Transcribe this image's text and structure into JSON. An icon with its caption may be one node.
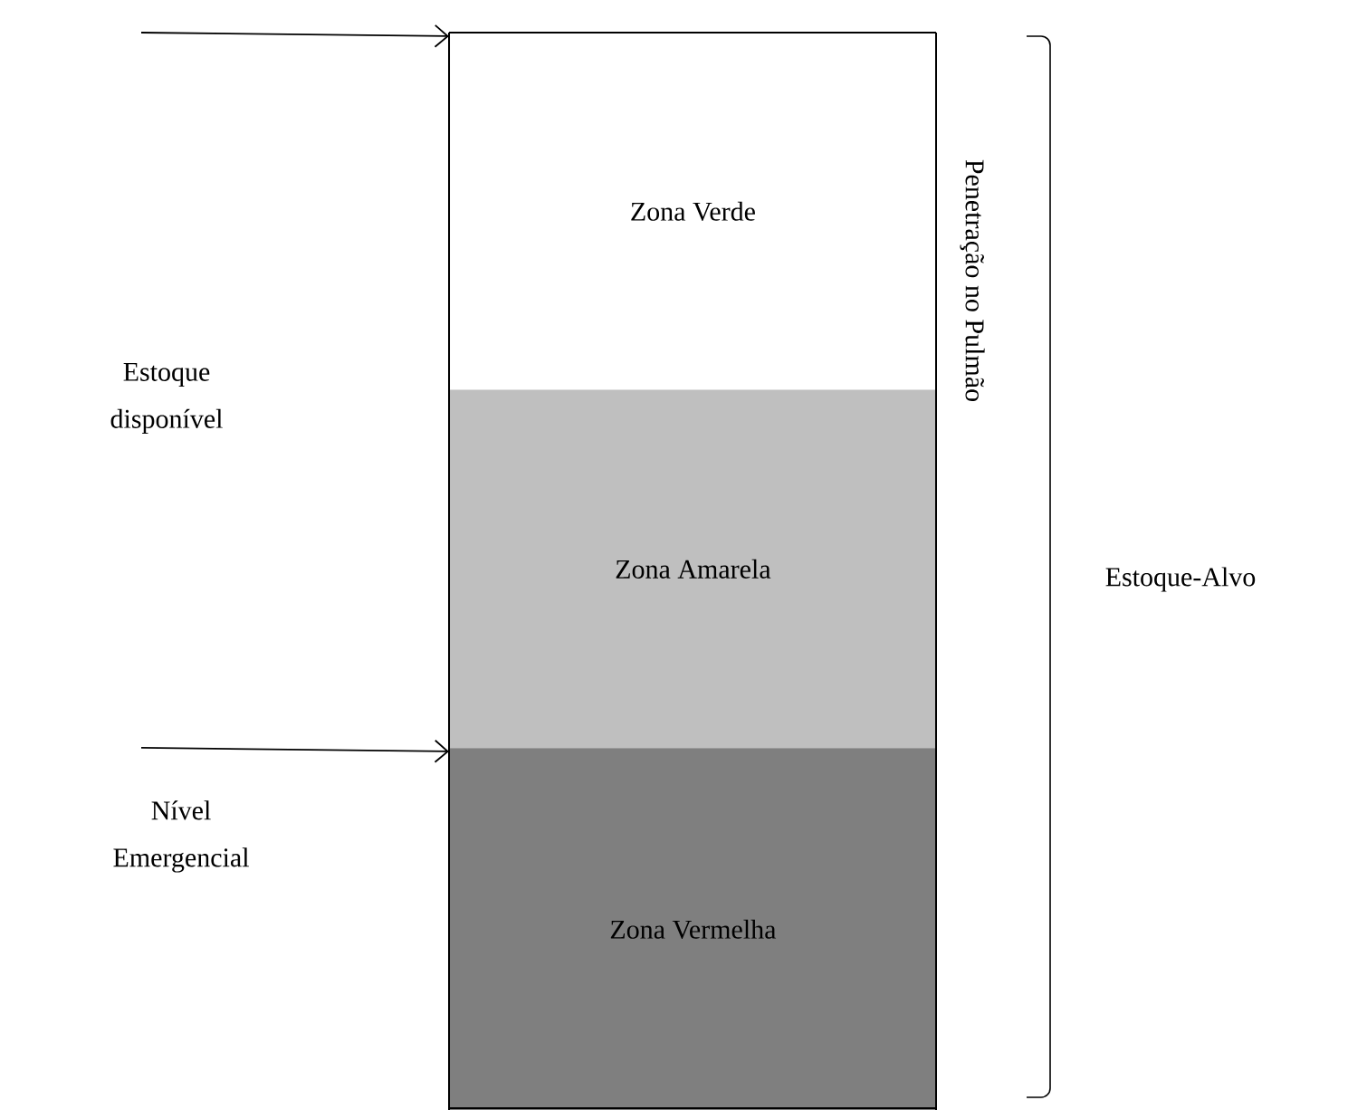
{
  "diagram": {
    "nodes": [
      {
        "text": [
          "Zona Verde"
        ]
      },
      {
        "text": [
          "Zona Amarela"
        ]
      },
      {
        "text": [
          "Zona Vermelha"
        ]
      }
    ],
    "edges": [
      {
        "from": null,
        "to": 0,
        "arrow": "to"
      },
      {
        "from": null,
        "to": 2,
        "arrow": "to"
      }
    ],
    "labels": [
      "Estoque disponível",
      "Nível Emergencial",
      "Penetração no Pulmão",
      "Estoque-Alvo"
    ]
  }
}
